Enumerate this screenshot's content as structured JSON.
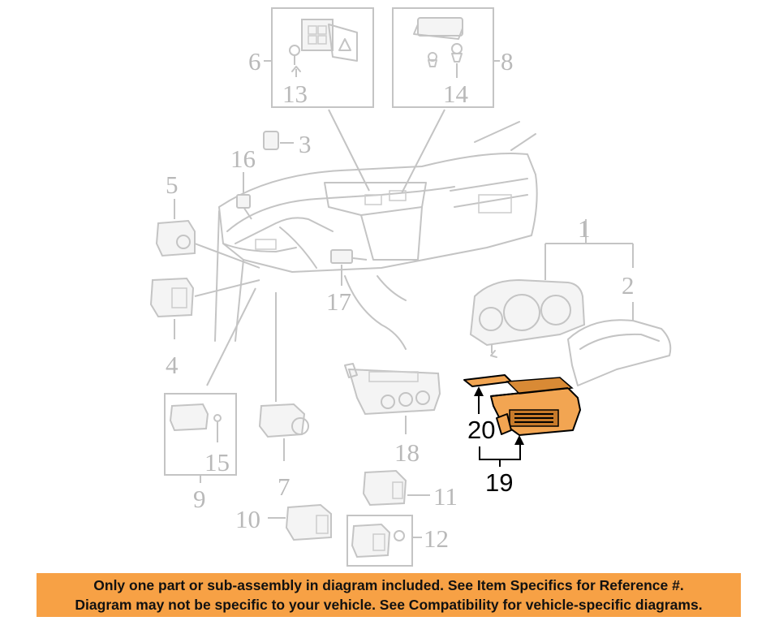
{
  "callouts": {
    "c1": "1",
    "c2": "2",
    "c3": "3",
    "c4": "4",
    "c5": "5",
    "c6": "6",
    "c7": "7",
    "c8": "8",
    "c9": "9",
    "c10": "10",
    "c11": "11",
    "c12": "12",
    "c13": "13",
    "c14": "14",
    "c15": "15",
    "c16": "16",
    "c17": "17",
    "c18": "18",
    "c19": "19",
    "c20": "20"
  },
  "highlighted_parts": [
    "19",
    "20"
  ],
  "colors": {
    "highlight": "#f2a552",
    "banner": "#f7a145",
    "ghost_line": "#c4c4c4"
  },
  "banner": {
    "line1": "Only one part or sub-assembly in diagram included. See Item Specifics for Reference #.",
    "line2": "Diagram may not be specific to your vehicle. See Compatibility for vehicle-specific diagrams."
  }
}
